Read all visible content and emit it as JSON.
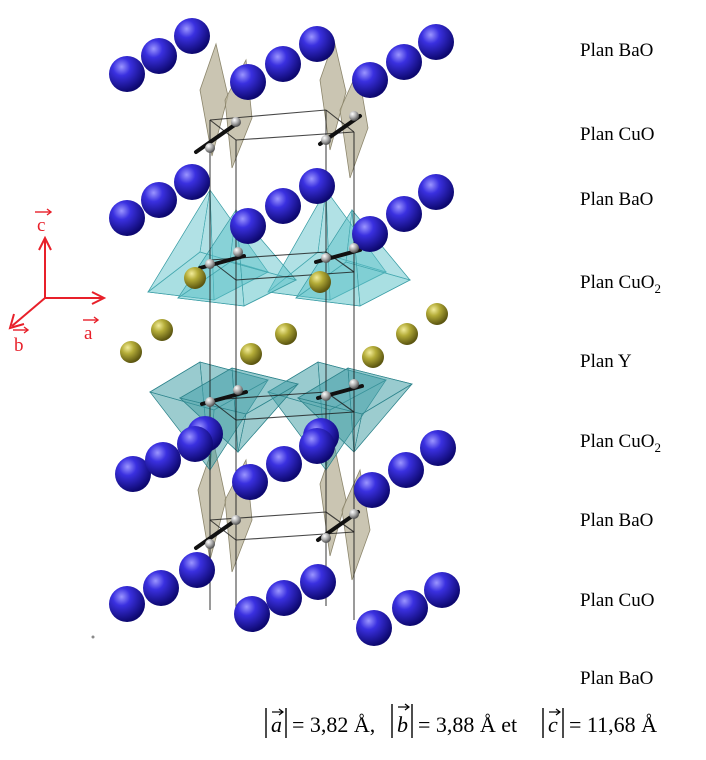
{
  "colors": {
    "ba_atom": "#2a1fc4",
    "y_atom": "#a8a028",
    "cu_atom": "#c8c8c8",
    "pyramid": "#5cc3c8",
    "chain_plate": "#b8b298",
    "axis": "#e8202a"
  },
  "planes": [
    {
      "name": "Plan BaO",
      "sub": ""
    },
    {
      "name": "Plan CuO",
      "sub": ""
    },
    {
      "name": "Plan BaO",
      "sub": ""
    },
    {
      "name": "Plan CuO",
      "sub": "2"
    },
    {
      "name": "Plan Y",
      "sub": ""
    },
    {
      "name": "Plan CuO",
      "sub": "2"
    },
    {
      "name": "Plan BaO",
      "sub": ""
    },
    {
      "name": "Plan CuO",
      "sub": ""
    },
    {
      "name": "Plan BaO",
      "sub": ""
    }
  ],
  "axes": {
    "a": "a",
    "b": "b",
    "c": "c"
  },
  "formula": {
    "a_label": "a",
    "a_value": "= 3,82 Å,",
    "b_label": "b",
    "b_value": "= 3,88 Å et",
    "c_label": "c",
    "c_value": "= 11,68 Å"
  }
}
